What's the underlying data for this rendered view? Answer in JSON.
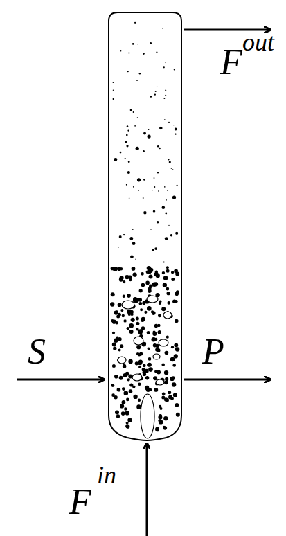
{
  "diagram": {
    "labels": [
      "F",
      "out",
      "S",
      "P",
      "F",
      "in"
    ]
  }
}
